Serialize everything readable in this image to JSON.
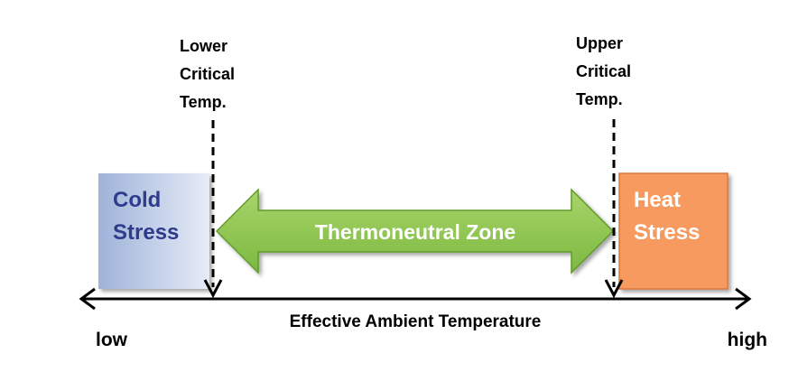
{
  "lower_marker": {
    "lines": [
      "Lower",
      "Critical",
      "Temp."
    ]
  },
  "upper_marker": {
    "lines": [
      "Upper",
      "Critical",
      "Temp."
    ]
  },
  "cold_box": {
    "lines": [
      "Cold",
      "Stress"
    ],
    "fill_top": "#9fb3d9",
    "fill_bottom": "#e6ecf7"
  },
  "heat_box": {
    "lines": [
      "Heat",
      "Stress"
    ],
    "fill": "#f79a5e",
    "stroke": "#d9773d"
  },
  "zone": {
    "label": "Thermoneutral Zone",
    "fill_top": "#a8d46a",
    "fill_bottom": "#7cb940",
    "stroke": "#5f9a2c"
  },
  "axis": {
    "label": "Effective Ambient Temperature",
    "low_label": "low",
    "high_label": "high"
  }
}
